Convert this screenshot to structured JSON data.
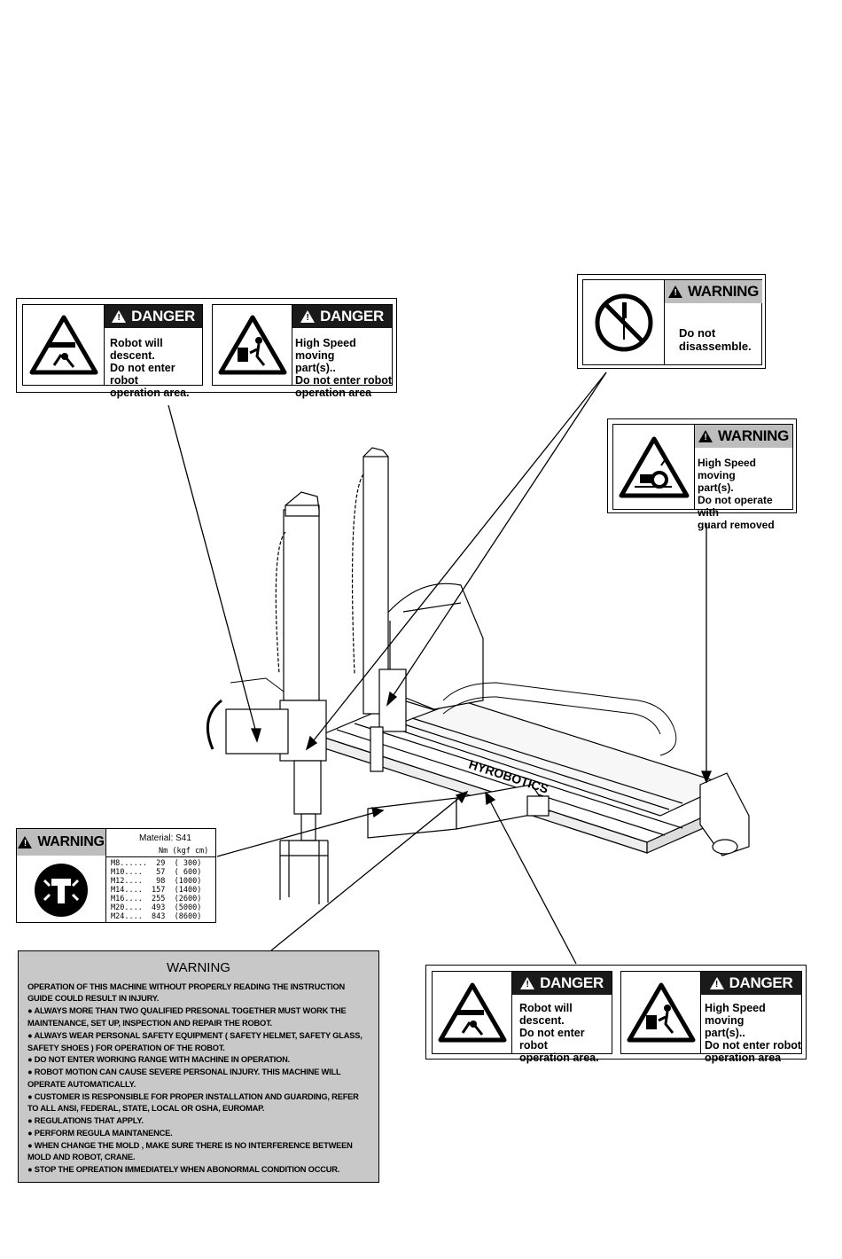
{
  "labels": {
    "danger_descent_top": {
      "header": "DANGER",
      "text": "Robot will\ndescent.\nDo not enter robot\noperation area."
    },
    "danger_speed_top": {
      "header": "DANGER",
      "text": "High Speed moving\npart(s)..\nDo not enter robot\noperation area"
    },
    "warning_disassemble": {
      "header": "WARNING",
      "text": "Do not\ndisassemble."
    },
    "warning_guard": {
      "header": "WARNING",
      "text": "High Speed moving\npart(s).\nDo not operate with\nguard removed"
    },
    "danger_descent_bottom": {
      "header": "DANGER",
      "text": "Robot will\ndescent.\nDo not enter robot\noperation area."
    },
    "danger_speed_bottom": {
      "header": "DANGER",
      "text": "High Speed moving\npart(s)..\nDo not enter robot\noperation area"
    }
  },
  "torque_label": {
    "header": "WARNING",
    "material": "Material: S41",
    "units": "Nm  (kgf cm)",
    "rows": [
      "M8......  29  ( 300)",
      "M10....   57  ( 600)",
      "M12....   98  (1000)",
      "M14....  157  (1400)",
      "M16....  255  (2600)",
      "M20....  493  (5000)",
      "M24....  843  (8600)"
    ]
  },
  "warning_panel": {
    "title": "WARNING",
    "lines": [
      "OPERATION OF THIS MACHINE WITHOUT PROPERLY READING THE INSTRUCTION",
      "GUIDE COULD RESULT IN INJURY.",
      "● ALWAYS MORE THAN TWO QUALIFIED PRESONAL TOGETHER MUST WORK THE",
      "MAINTENANCE, SET UP, INSPECTION AND REPAIR THE ROBOT.",
      "● ALWAYS WEAR PERSONAL SAFETY EQUIPMENT ( SAFETY HELMET, SAFETY GLASS,",
      "SAFETY SHOES ) FOR OPERATION OF THE ROBOT.",
      "● DO NOT ENTER WORKING RANGE WITH MACHINE IN OPERATION.",
      "● ROBOT MOTION CAN CAUSE SEVERE PERSONAL INJURY. THIS MACHINE WILL",
      "OPERATE AUTOMATICALLY.",
      "● CUSTOMER IS RESPONSIBLE FOR PROPER INSTALLATION AND GUARDING, REFER",
      "TO ALL ANSI, FEDERAL, STATE, LOCAL OR OSHA, EUROMAP.",
      "● REGULATIONS THAT APPLY.",
      "● PERFORM REGULA MAINTANENCE.",
      "● WHEN CHANGE THE MOLD , MAKE SURE THERE IS NO  INTERFERENCE BETWEEN",
      "MOLD AND ROBOT, CRANE.",
      "● STOP THE OPREATION IMMEDIATELY WHEN ABONORMAL CONDITION OCCUR."
    ]
  },
  "machine": {
    "brand": "HYROBOTICS"
  }
}
